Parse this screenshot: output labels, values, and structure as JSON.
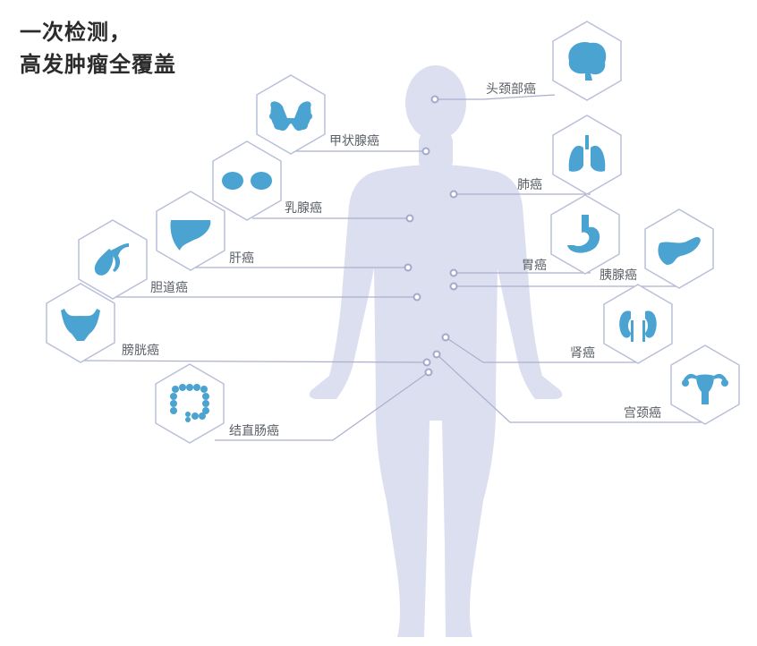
{
  "headline": {
    "line1": "一次检测，",
    "line2": "高发肿瘤全覆盖"
  },
  "colors": {
    "body": "#dcdff0",
    "organ": "#4aa3d0",
    "hex_border": "#b9bfd8",
    "line": "#aab0cc",
    "dot": "#a3a9cc"
  },
  "organs": [
    {
      "label": "头颈部癌",
      "icon": "brain-icon"
    },
    {
      "label": "甲状腺癌",
      "icon": "thyroid-icon"
    },
    {
      "label": "肺癌",
      "icon": "lungs-icon"
    },
    {
      "label": "乳腺癌",
      "icon": "breast-icon"
    },
    {
      "label": "肝癌",
      "icon": "liver-icon"
    },
    {
      "label": "胃癌",
      "icon": "stomach-icon"
    },
    {
      "label": "胰腺癌",
      "icon": "pancreas-icon"
    },
    {
      "label": "胆道癌",
      "icon": "gallbladder-icon"
    },
    {
      "label": "膀胱癌",
      "icon": "bladder-icon"
    },
    {
      "label": "肾癌",
      "icon": "kidneys-icon"
    },
    {
      "label": "宫颈癌",
      "icon": "uterus-icon"
    },
    {
      "label": "结直肠癌",
      "icon": "colon-icon"
    }
  ]
}
